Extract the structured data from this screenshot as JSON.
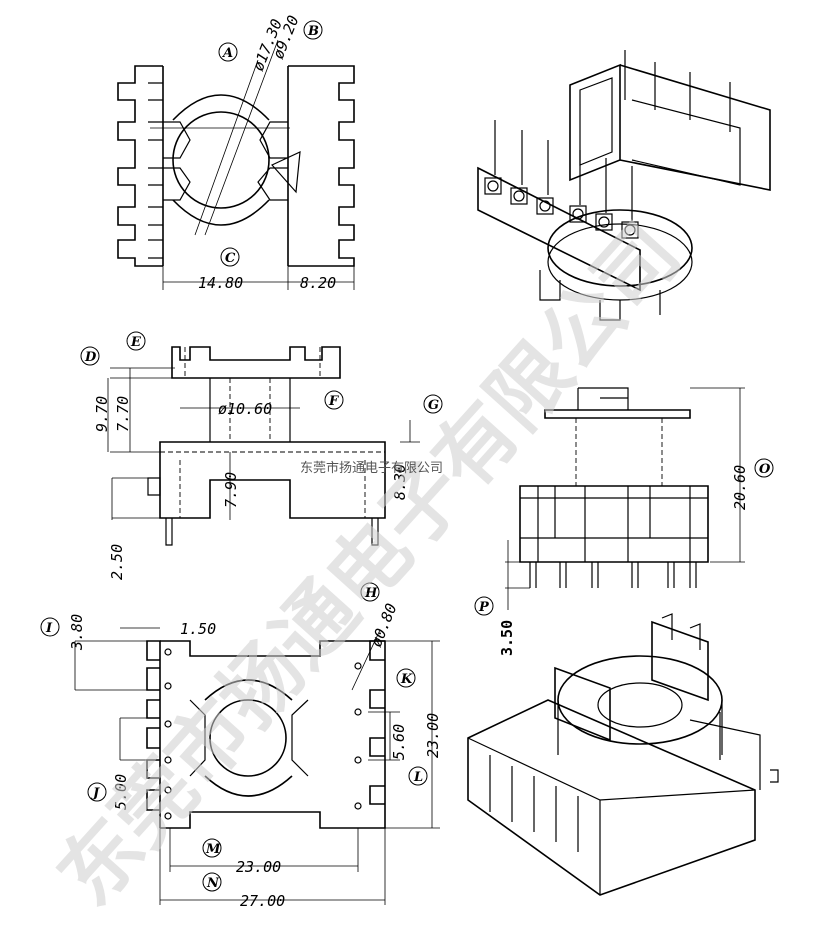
{
  "watermark": "东莞市扬通电子有限公司",
  "caption": "东莞市扬通电子有限公司",
  "callouts": [
    "A",
    "B",
    "C",
    "D",
    "E",
    "F",
    "G",
    "H",
    "I",
    "J",
    "K",
    "L",
    "M",
    "N",
    "O",
    "P"
  ],
  "dimensions": {
    "dA": "ø17.30",
    "dB": "ø9.20",
    "dC1": "14.80",
    "dC2": "8.20",
    "dD": "9.70",
    "dE": "7.70",
    "dF": "ø10.60",
    "dG": "8.30",
    "dH": "7.90",
    "dP2": "2.50",
    "dI": "3.80",
    "dI2": "1.50",
    "dH2": "ø0.80",
    "dK": "5.60",
    "dL": "23.00",
    "dJ": "5.00",
    "dM": "23.00",
    "dN": "27.00",
    "dO": "20.60",
    "dP": "3.50"
  }
}
